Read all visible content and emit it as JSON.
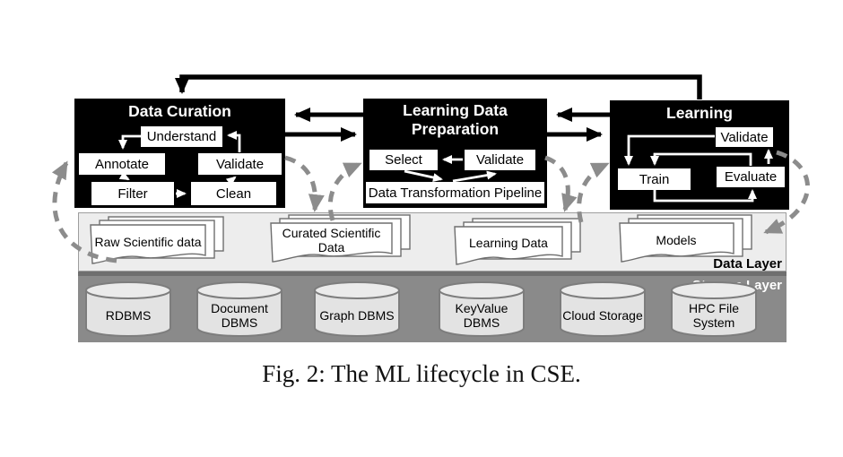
{
  "caption": "Fig. 2: The ML lifecycle in CSE.",
  "stages": {
    "data_curation": {
      "title": "Data Curation",
      "understand": "Understand",
      "annotate": "Annotate",
      "validate": "Validate",
      "filter": "Filter",
      "clean": "Clean"
    },
    "learning_data_preparation": {
      "title": "Learning Data Preparation",
      "select": "Select",
      "validate": "Validate",
      "pipeline": "Data Transformation Pipeline"
    },
    "learning": {
      "title": "Learning",
      "validate": "Validate",
      "train": "Train",
      "evaluate": "Evaluate"
    }
  },
  "data_layer": {
    "label": "Data Layer",
    "raw": "Raw Scientific data",
    "curated": "Curated Scientific Data",
    "learning_data": "Learning Data",
    "models": "Models"
  },
  "storage_layer": {
    "label": "Storage Layer",
    "rdbms": "RDBMS",
    "document": "Document DBMS",
    "graph": "Graph DBMS",
    "keyvalue": "KeyValue DBMS",
    "cloud": "Cloud Storage",
    "hpc": "HPC File System"
  },
  "colors": {
    "stage_bg": "#000000",
    "stage_text": "#ffffff",
    "data_band": "#ededed",
    "storage_band": "#8a8a8a",
    "dashed_arrow": "#8c8c8c",
    "arrow": "#000000"
  }
}
